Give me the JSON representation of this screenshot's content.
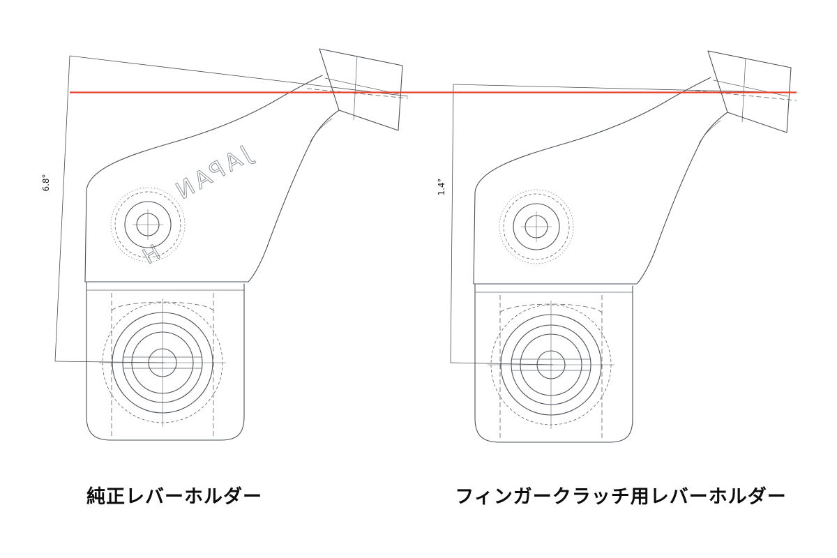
{
  "page": {
    "background": "#ffffff"
  },
  "drawing": {
    "reference_line_color": "#e8402e",
    "line_color": "#4a4f55",
    "left": {
      "caption": "純正レバーホルダー",
      "angle": "6.8°",
      "engraving": "JAPAN",
      "engraving2": "H"
    },
    "right": {
      "caption": "フィンガークラッチ用レバーホルダー",
      "angle": "1.4°"
    }
  }
}
